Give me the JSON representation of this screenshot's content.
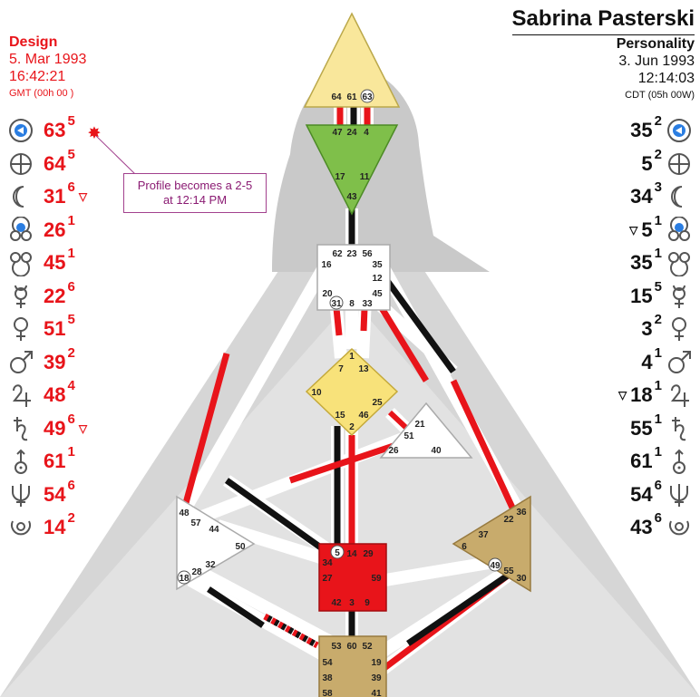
{
  "name": "Sabrina Pasterski",
  "design": {
    "title": "Design",
    "date": "5. Mar 1993",
    "time": "16:42:21",
    "tz": "GMT (00h 00 )"
  },
  "personality": {
    "title": "Personality",
    "date": "3. Jun 1993",
    "time": "12:14:03",
    "tz": "CDT (05h 00W)"
  },
  "note": {
    "line1": "Profile becomes a 2-5",
    "line2": "at 12:14 PM"
  },
  "colors": {
    "design_red": "#e8141a",
    "personality_black": "#111111",
    "head": "#f9e79b",
    "ajna": "#7fbf4a",
    "throat": "#ffffff",
    "g_center": "#f8e27a",
    "sacral": "#e8141a",
    "spleen_solar": "#c8ab6c",
    "root": "#c8ab6c",
    "body": "#d8d8d8"
  },
  "design_gates": [
    {
      "planet": "sun-icon",
      "gate": "63",
      "line": "5",
      "tri": "",
      "mark": true
    },
    {
      "planet": "earth-icon",
      "gate": "64",
      "line": "5",
      "tri": ""
    },
    {
      "planet": "moon-icon",
      "gate": "31",
      "line": "6",
      "tri": "▽"
    },
    {
      "planet": "north-node-icon",
      "gate": "26",
      "line": "1",
      "tri": ""
    },
    {
      "planet": "south-node-icon",
      "gate": "45",
      "line": "1",
      "tri": ""
    },
    {
      "planet": "mercury-icon",
      "gate": "22",
      "line": "6",
      "tri": ""
    },
    {
      "planet": "venus-icon",
      "gate": "51",
      "line": "5",
      "tri": ""
    },
    {
      "planet": "mars-icon",
      "gate": "39",
      "line": "2",
      "tri": ""
    },
    {
      "planet": "jupiter-icon",
      "gate": "48",
      "line": "4",
      "tri": ""
    },
    {
      "planet": "saturn-icon",
      "gate": "49",
      "line": "6",
      "tri": "▽"
    },
    {
      "planet": "uranus-icon",
      "gate": "61",
      "line": "1",
      "tri": ""
    },
    {
      "planet": "neptune-icon",
      "gate": "54",
      "line": "6",
      "tri": ""
    },
    {
      "planet": "pluto-icon",
      "gate": "14",
      "line": "2",
      "tri": ""
    }
  ],
  "personality_gates": [
    {
      "planet": "sun-icon",
      "gate": "35",
      "line": "2",
      "tri": ""
    },
    {
      "planet": "earth-icon",
      "gate": "5",
      "line": "2",
      "tri": ""
    },
    {
      "planet": "moon-icon",
      "gate": "34",
      "line": "3",
      "tri": ""
    },
    {
      "planet": "north-node-icon",
      "gate": "5",
      "line": "1",
      "tri": "▽"
    },
    {
      "planet": "south-node-icon",
      "gate": "35",
      "line": "1",
      "tri": ""
    },
    {
      "planet": "mercury-icon",
      "gate": "15",
      "line": "5",
      "tri": ""
    },
    {
      "planet": "venus-icon",
      "gate": "3",
      "line": "2",
      "tri": ""
    },
    {
      "planet": "mars-icon",
      "gate": "4",
      "line": "1",
      "tri": ""
    },
    {
      "planet": "jupiter-icon",
      "gate": "18",
      "line": "1",
      "tri": "▽"
    },
    {
      "planet": "saturn-icon",
      "gate": "55",
      "line": "1",
      "tri": ""
    },
    {
      "planet": "uranus-icon",
      "gate": "61",
      "line": "1",
      "tri": ""
    },
    {
      "planet": "neptune-icon",
      "gate": "54",
      "line": "6",
      "tri": ""
    },
    {
      "planet": "pluto-icon",
      "gate": "43",
      "line": "6",
      "tri": ""
    }
  ],
  "bodygraph": {
    "head_gates": [
      "64",
      "61",
      "63"
    ],
    "ajna_gates": [
      "47",
      "24",
      "4",
      "17",
      "11",
      "43"
    ],
    "throat_gates": [
      "62",
      "23",
      "56",
      "16",
      "35",
      "12",
      "20",
      "31",
      "8",
      "33",
      "45"
    ],
    "g_gates": [
      "1",
      "7",
      "13",
      "10",
      "25",
      "15",
      "46",
      "2"
    ],
    "ego_gates": [
      "21",
      "51",
      "26",
      "40"
    ],
    "spleen_gates": [
      "48",
      "57",
      "44",
      "50",
      "32",
      "28",
      "18"
    ],
    "solar_gates": [
      "36",
      "22",
      "37",
      "6",
      "49",
      "55",
      "30"
    ],
    "sacral_gates": [
      "5",
      "14",
      "29",
      "34",
      "27",
      "59",
      "42",
      "3",
      "9"
    ],
    "root_gates": [
      "53",
      "60",
      "52",
      "54",
      "19",
      "38",
      "39",
      "58",
      "41"
    ]
  }
}
